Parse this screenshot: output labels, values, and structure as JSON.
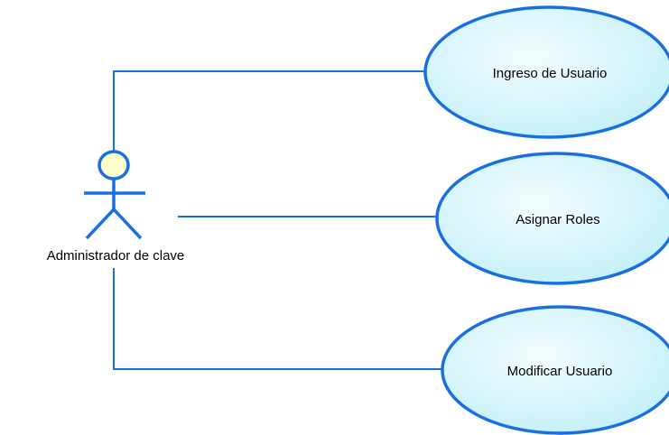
{
  "diagram": {
    "type": "use-case",
    "actor": {
      "name": "Administrador de clave",
      "icon": "stick-figure-actor-icon"
    },
    "use_cases": [
      {
        "id": "uc1",
        "label": "Ingreso de Usuario"
      },
      {
        "id": "uc2",
        "label": "Asignar Roles"
      },
      {
        "id": "uc3",
        "label": "Modificar Usuario"
      }
    ],
    "associations": [
      {
        "from": "actor",
        "to": "uc1"
      },
      {
        "from": "actor",
        "to": "uc2"
      },
      {
        "from": "actor",
        "to": "uc3"
      }
    ],
    "colors": {
      "line": "#1a6fe0",
      "usecase_fill_light": "#f4fdff",
      "usecase_fill_dark": "#bdeef7",
      "actor_head_fill": "#ffffcc"
    }
  }
}
